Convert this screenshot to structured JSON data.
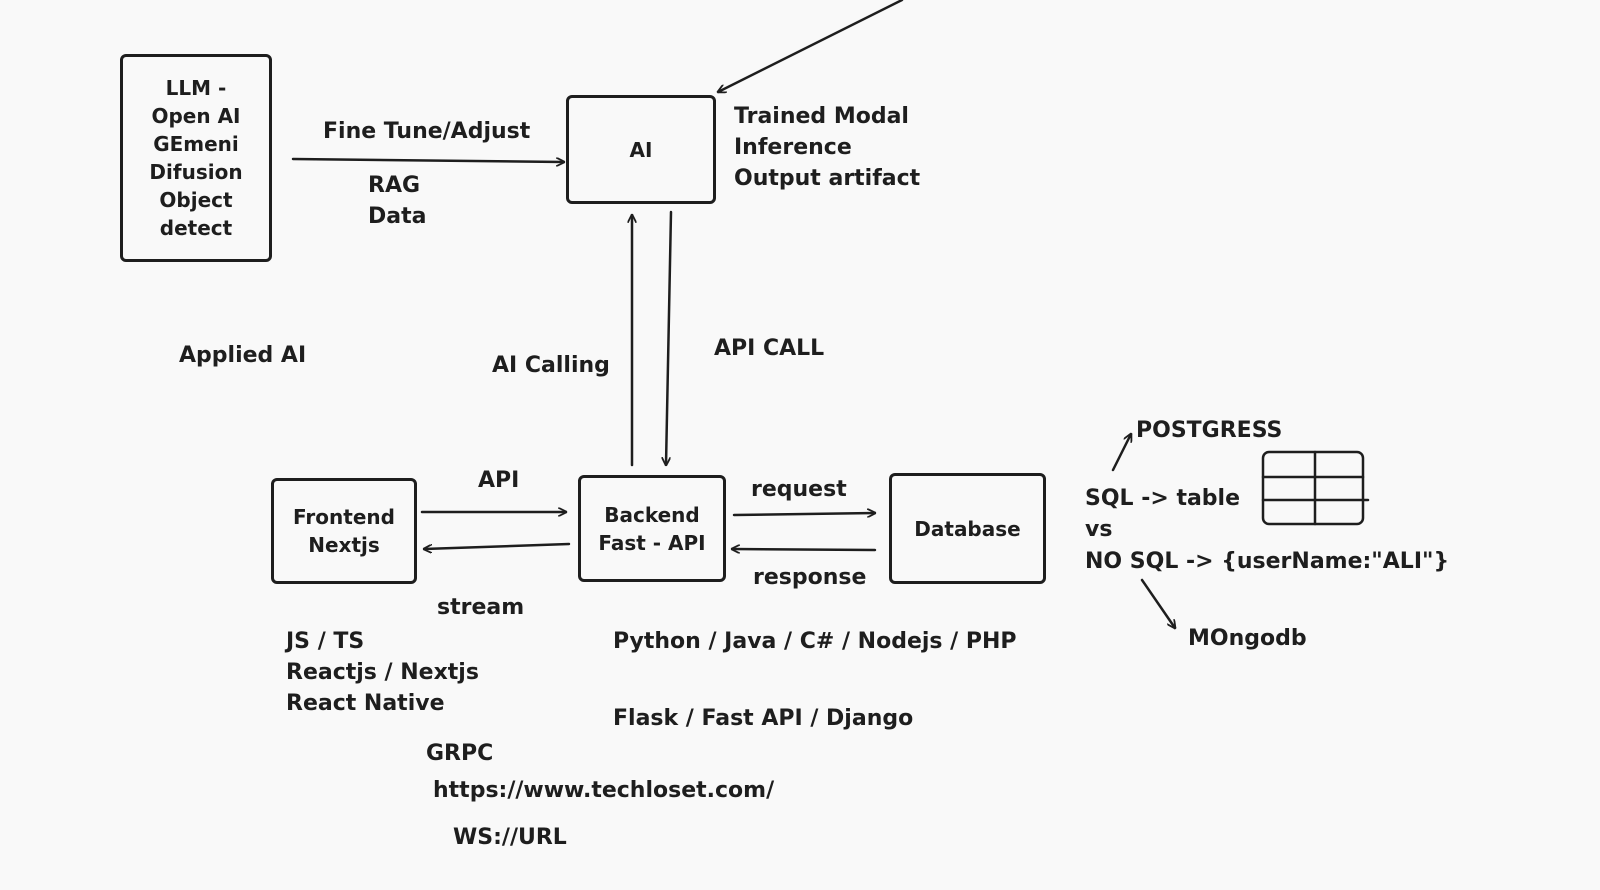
{
  "nodes": {
    "llm": [
      "LLM -",
      "Open AI",
      "GEmeni",
      "Difusion",
      "Object",
      "detect"
    ],
    "ai": [
      "AI"
    ],
    "frontend": [
      "Frontend",
      "Nextjs"
    ],
    "backend": [
      "Backend",
      "Fast - API"
    ],
    "database": [
      "Database"
    ]
  },
  "labels": {
    "fine_tune": "Fine Tune/Adjust",
    "rag": [
      "RAG",
      "Data"
    ],
    "ai_outputs": [
      "Trained Modal",
      "Inference",
      "Output artifact"
    ],
    "applied_ai": "Applied AI",
    "ai_calling": "AI Calling",
    "api_call": "API CALL",
    "api": "API",
    "stream": "stream",
    "request": "request",
    "response": "response",
    "postgress": "POSTGRESS",
    "sql_table": "SQL -> table",
    "vs": "vs",
    "nosql": "NO SQL -> {userName:\"ALI\"}",
    "mongodb": "MOngodb",
    "frontend_langs": [
      "JS / TS",
      "Reactjs / Nextjs",
      "React Native"
    ],
    "backend_langs": "Python / Java / C# / Nodejs / PHP",
    "python_frameworks": "Flask / Fast API / Django",
    "grpc": "GRPC",
    "https_url": "https://www.techloset.com/",
    "ws_url": "WS://URL"
  },
  "colors": {
    "stroke": "#1e1e1e",
    "background": "#f9f9f9"
  }
}
